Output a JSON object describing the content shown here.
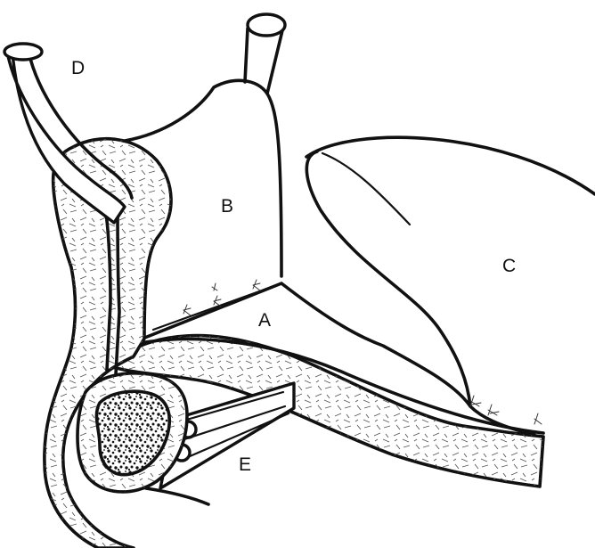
{
  "labels": {
    "a": "A",
    "b": "B",
    "c": "C",
    "d": "D",
    "e": "E"
  },
  "colors": {
    "ink": "#111111",
    "paper": "#ffffff"
  }
}
